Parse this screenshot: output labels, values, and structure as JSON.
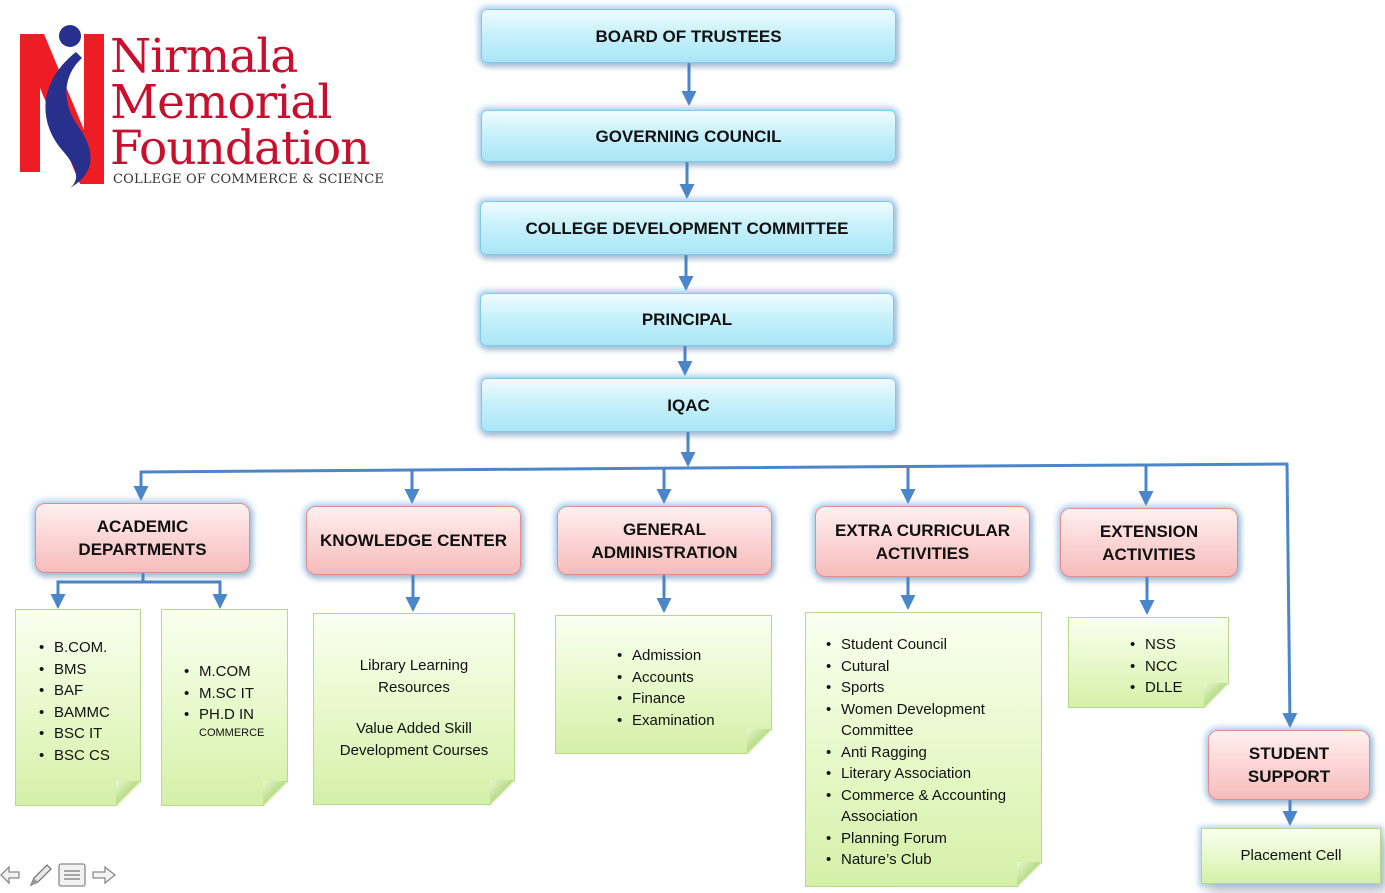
{
  "logo": {
    "lines": [
      "Nirmala",
      "Memorial",
      "Foundation"
    ],
    "subtitle": "COLLEGE OF COMMERCE & SCIENCE"
  },
  "chain": {
    "board": "BOARD OF TRUSTEES",
    "council": "GOVERNING COUNCIL",
    "cdc": "COLLEGE DEVELOPMENT COMMITTEE",
    "principal": "PRINCIPAL",
    "iqac": "IQAC"
  },
  "branches": {
    "academic": {
      "title": "ACADEMIC DEPARTMENTS",
      "ug": [
        "B.COM.",
        "BMS",
        "BAF",
        "BAMMC",
        "BSC IT",
        "BSC CS"
      ],
      "pg": [
        "M.COM",
        "M.SC IT",
        "PH.D IN"
      ],
      "pg_note": "COMMERCE"
    },
    "knowledge": {
      "title": "KNOWLEDGE CENTER",
      "item1": "Library Learning Resources",
      "item2": "Value Added Skill Development Courses"
    },
    "admin": {
      "title": "GENERAL ADMINISTRATION",
      "items": [
        "Admission",
        "Accounts",
        "Finance",
        "Examination"
      ]
    },
    "extra": {
      "title": "EXTRA CURRICULAR ACTIVITIES",
      "items": [
        "Student Council",
        "Cutural",
        "Sports",
        "Women Development Committee",
        "Anti Ragging",
        "Literary Association",
        "Commerce & Accounting Association",
        "Planning Forum",
        "Nature’s Club"
      ]
    },
    "extension": {
      "title": "EXTENSION ACTIVITIES",
      "items": [
        "NSS",
        "NCC",
        "DLLE"
      ]
    },
    "support": {
      "title": "STUDENT SUPPORT",
      "item": "Placement Cell"
    }
  },
  "colors": {
    "connector": "#4a86c8",
    "brand_red": "#c8102e",
    "brand_blue": "#1f2a86"
  },
  "toolbar": {
    "icons": [
      "arrow-left-icon",
      "pen-icon",
      "menu-icon",
      "arrow-right-icon"
    ]
  }
}
